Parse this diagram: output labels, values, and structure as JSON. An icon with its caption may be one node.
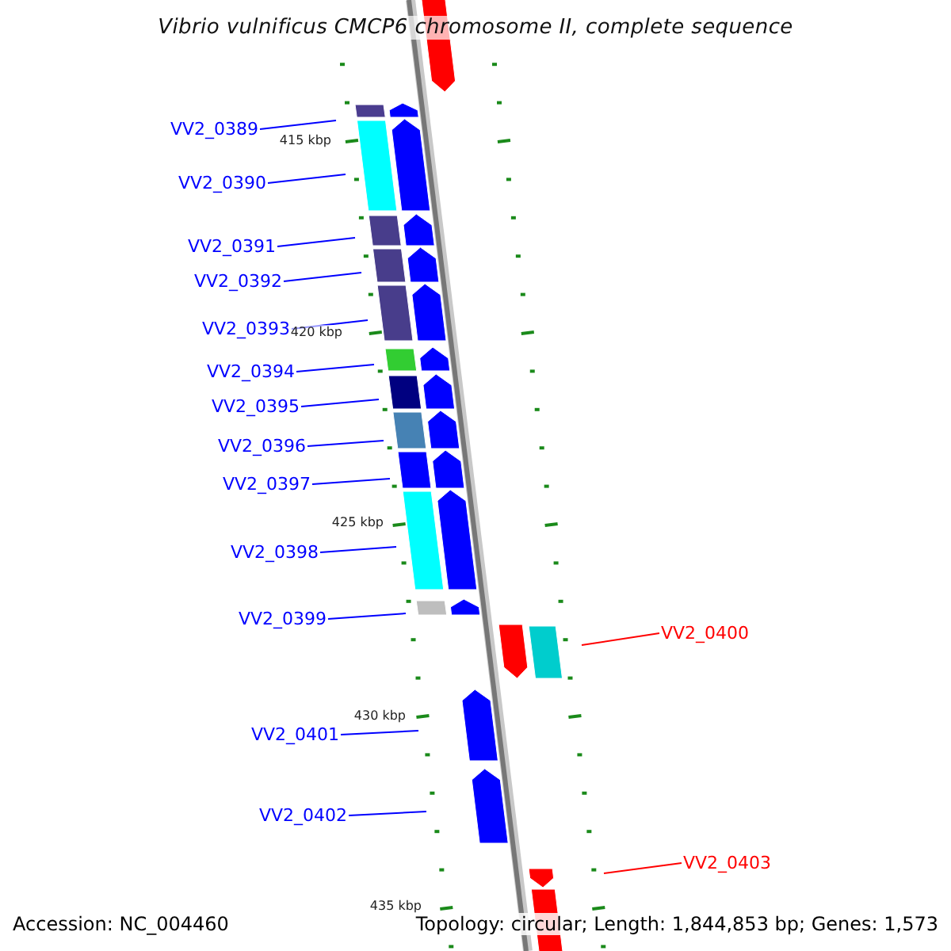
{
  "diagram": {
    "title": "Vibrio vulnificus CMCP6 chromosome II, complete sequence",
    "nodes": [
      {
        "text": [
          "VV2_0389"
        ]
      },
      {
        "text": [
          "VV2_0390"
        ]
      },
      {
        "text": [
          "VV2_0391"
        ]
      },
      {
        "text": [
          "VV2_0392"
        ]
      },
      {
        "text": [
          "VV2_0393"
        ]
      },
      {
        "text": [
          "VV2_0394"
        ]
      },
      {
        "text": [
          "VV2_0395"
        ]
      },
      {
        "text": [
          "VV2_0396"
        ]
      },
      {
        "text": [
          "VV2_0397"
        ]
      },
      {
        "text": [
          "VV2_0398"
        ]
      },
      {
        "text": [
          "VV2_0399"
        ]
      },
      {
        "text": [
          "VV2_0400"
        ]
      },
      {
        "text": [
          "VV2_0401"
        ]
      },
      {
        "text": [
          "VV2_0402"
        ]
      },
      {
        "text": [
          "VV2_0403"
        ]
      }
    ],
    "edges": [
      {
        "from": 0,
        "to": null,
        "arrow": "none"
      },
      {
        "from": 1,
        "to": null,
        "arrow": "none"
      },
      {
        "from": 2,
        "to": null,
        "arrow": "none"
      },
      {
        "from": 3,
        "to": null,
        "arrow": "none"
      },
      {
        "from": 4,
        "to": null,
        "arrow": "none"
      },
      {
        "from": 5,
        "to": null,
        "arrow": "none"
      },
      {
        "from": 6,
        "to": null,
        "arrow": "none"
      },
      {
        "from": 7,
        "to": null,
        "arrow": "none"
      },
      {
        "from": 8,
        "to": null,
        "arrow": "none"
      },
      {
        "from": 9,
        "to": null,
        "arrow": "none"
      },
      {
        "from": 10,
        "to": null,
        "arrow": "none"
      },
      {
        "from": 11,
        "to": null,
        "arrow": "none",
        "color": "#ff0000"
      },
      {
        "from": 12,
        "to": null,
        "arrow": "none"
      },
      {
        "from": 13,
        "to": null,
        "arrow": "none"
      },
      {
        "from": 14,
        "to": null,
        "arrow": "none",
        "color": "#ff0000"
      }
    ],
    "labels": [
      "415 kbp",
      "420 kbp",
      "425 kbp",
      "430 kbp",
      "435 kbp",
      "Accession: NC_004460",
      "Topology: circular; Length: 1,844,853 bp; Genes: 1,573"
    ]
  }
}
